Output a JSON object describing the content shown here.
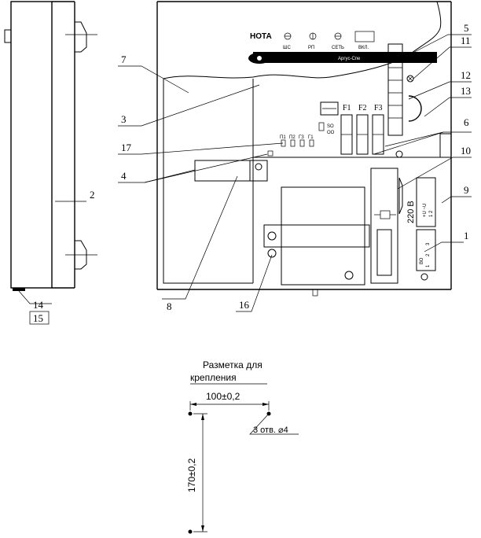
{
  "device": {
    "brand": "НОТА",
    "indicators": [
      "ШС",
      "РП",
      "СЕТЬ",
      "ВКЛ."
    ],
    "band_text": "Аргус-Спе",
    "fuses": [
      "F1",
      "F2",
      "F3"
    ],
    "jumpers": [
      "П1",
      "П2",
      "ГЗ",
      "Г1"
    ],
    "so_label": [
      "SO",
      "OO"
    ],
    "voltage": "220 В",
    "terminal_top": [
      "+U ~U",
      "1  2"
    ],
    "terminal_bottom": [
      "ВО",
      "1",
      "2",
      "3"
    ]
  },
  "callouts": {
    "c1": "1",
    "c2": "2",
    "c3": "3",
    "c4": "4",
    "c5": "5",
    "c6": "6",
    "c7": "7",
    "c8": "8",
    "c9": "9",
    "c10": "10",
    "c11": "11",
    "c12": "12",
    "c13": "13",
    "c14": "14",
    "c15": "15",
    "c16": "16",
    "c17": "17"
  },
  "marking": {
    "title_line1": "Разметка для",
    "title_line2": "крепления",
    "horizontal_dim": "100±0,2",
    "vertical_dim": "170±0,2",
    "holes_note": "3 отв. ⌀4"
  }
}
